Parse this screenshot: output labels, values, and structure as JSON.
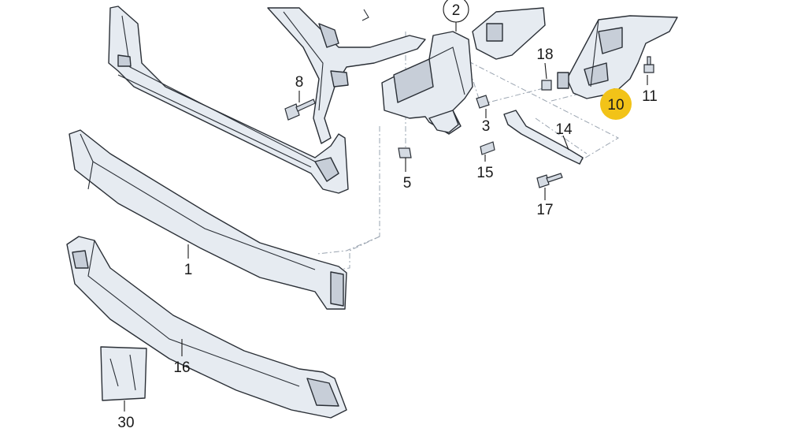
{
  "callouts": [
    {
      "id": "p1",
      "number": "1",
      "highlight": false
    },
    {
      "id": "p2",
      "number": "2",
      "highlight": false
    },
    {
      "id": "p3",
      "number": "3",
      "highlight": false
    },
    {
      "id": "p5",
      "number": "5",
      "highlight": false
    },
    {
      "id": "p8",
      "number": "8",
      "highlight": false
    },
    {
      "id": "p10",
      "number": "10",
      "highlight": true
    },
    {
      "id": "p11",
      "number": "11",
      "highlight": false
    },
    {
      "id": "p14",
      "number": "14",
      "highlight": false
    },
    {
      "id": "p15",
      "number": "15",
      "highlight": false
    },
    {
      "id": "p16",
      "number": "16",
      "highlight": false
    },
    {
      "id": "p17",
      "number": "17",
      "highlight": false
    },
    {
      "id": "p18",
      "number": "18",
      "highlight": false
    },
    {
      "id": "p30",
      "number": "30",
      "highlight": false
    }
  ],
  "colors": {
    "highlight": "#f2c318",
    "line": "#2a2f36",
    "fill": "#e6ebf1",
    "leader": "#9aa4b0"
  }
}
